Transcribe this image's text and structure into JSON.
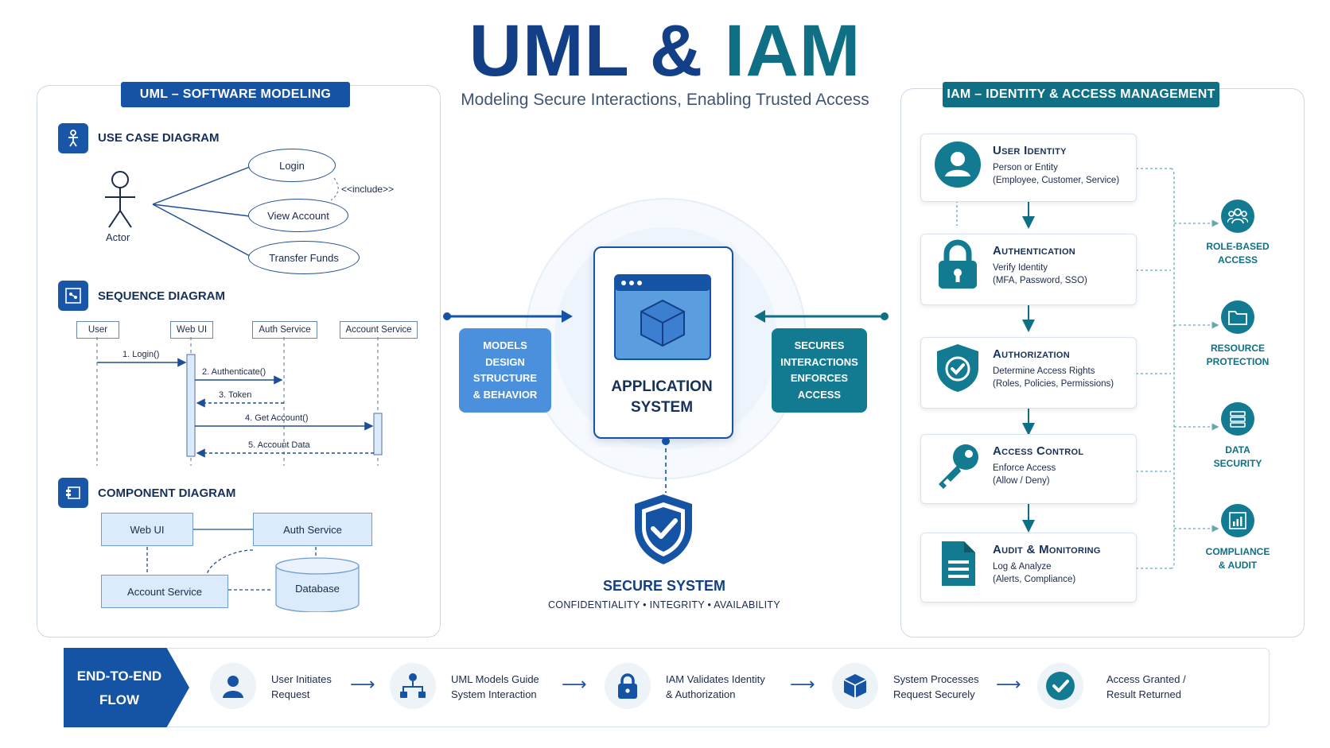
{
  "title": {
    "part1": "UML",
    "amp": "&",
    "part2": "IAM"
  },
  "subtitle": "Modeling Secure Interactions, Enabling Trusted Access",
  "uml_panel": {
    "header": "UML – SOFTWARE MODELING",
    "use_case": {
      "title": "USE CASE DIAGRAM",
      "actor": "Actor",
      "cases": [
        "Login",
        "View Account",
        "Transfer Funds"
      ],
      "include": "<<include>>"
    },
    "sequence": {
      "title": "SEQUENCE DIAGRAM",
      "lifelines": [
        "User",
        "Web UI",
        "Auth Service",
        "Account Service"
      ],
      "messages": [
        "1. Login()",
        "2. Authenticate()",
        "3. Token",
        "4. Get Account()",
        "5. Account Data"
      ]
    },
    "component": {
      "title": "COMPONENT DIAGRAM",
      "items": [
        "Web UI",
        "Auth Service",
        "Account Service",
        "Database"
      ]
    }
  },
  "center": {
    "left_box": [
      "MODELS",
      "DESIGN",
      "STRUCTURE",
      "& BEHAVIOR"
    ],
    "right_box": [
      "SECURES",
      "INTERACTIONS",
      "ENFORCES",
      "ACCESS"
    ],
    "app_label": [
      "APPLICATION",
      "SYSTEM"
    ],
    "secure_title": "SECURE SYSTEM",
    "secure_sub": "CONFIDENTIALITY • INTEGRITY • AVAILABILITY"
  },
  "iam_panel": {
    "header": "IAM – IDENTITY & ACCESS MANAGEMENT",
    "cards": [
      {
        "title": "User Identity",
        "l1": "Person or Entity",
        "l2": "(Employee, Customer, Service)",
        "icon": "user-icon"
      },
      {
        "title": "Authentication",
        "l1": "Verify Identity",
        "l2": "(MFA, Password, SSO)",
        "icon": "lock-icon"
      },
      {
        "title": "Authorization",
        "l1": "Determine Access Rights",
        "l2": "(Roles, Policies, Permissions)",
        "icon": "shield-check-icon"
      },
      {
        "title": "Access Control",
        "l1": "Enforce Access",
        "l2": "(Allow / Deny)",
        "icon": "key-icon"
      },
      {
        "title": "Audit & Monitoring",
        "l1": "Log & Analyze",
        "l2": "(Alerts, Compliance)",
        "icon": "document-icon"
      }
    ],
    "side": [
      {
        "l1": "ROLE-BASED",
        "l2": "ACCESS",
        "icon": "group-icon"
      },
      {
        "l1": "RESOURCE",
        "l2": "PROTECTION",
        "icon": "folder-icon"
      },
      {
        "l1": "DATA",
        "l2": "SECURITY",
        "icon": "server-icon"
      },
      {
        "l1": "COMPLIANCE",
        "l2": "& AUDIT",
        "icon": "chart-icon"
      }
    ]
  },
  "flow": {
    "label": [
      "END-TO-END",
      "FLOW"
    ],
    "steps": [
      {
        "l1": "User Initiates",
        "l2": "Request",
        "icon": "user-icon"
      },
      {
        "l1": "UML Models Guide",
        "l2": "System Interaction",
        "icon": "hierarchy-icon"
      },
      {
        "l1": "IAM Validates Identity",
        "l2": "& Authorization",
        "icon": "lock-icon"
      },
      {
        "l1": "System Processes",
        "l2": "Request Securely",
        "icon": "cube-icon"
      },
      {
        "l1": "Access Granted /",
        "l2": "Result Returned",
        "icon": "check-icon"
      }
    ],
    "arrow": "⟶"
  },
  "colors": {
    "navy": "#123f86",
    "blue": "#1a56a8",
    "teal": "#0f6f85",
    "light_blue": "#5b9ee0"
  }
}
